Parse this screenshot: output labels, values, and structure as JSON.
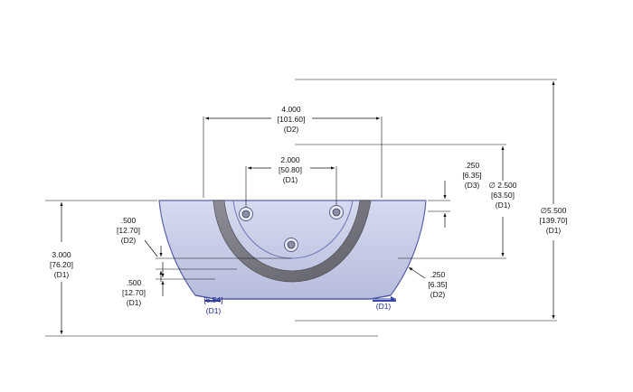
{
  "dims": {
    "width_outer": {
      "value": "4.000",
      "metric": "[101.60]",
      "tag": "(D2)"
    },
    "width_holes": {
      "value": "2.000",
      "metric": "[50.80]",
      "tag": "(D1)"
    },
    "height_left": {
      "value": "3.000",
      "metric": "[76.20]",
      "tag": "(D1)"
    },
    "offset_500_a": {
      "value": ".500",
      "metric": "[12.70]",
      "tag": "(D2)"
    },
    "offset_500_b": {
      "value": ".500",
      "metric": "[12.70]",
      "tag": "(D1)"
    },
    "offset_250_top": {
      "value": ".250",
      "metric": "[6.35]",
      "tag": "(D3)"
    },
    "dia_2500": {
      "value": "∅ 2.500",
      "metric": "[63.50]",
      "tag": "(D1)"
    },
    "dia_5500": {
      "value": "∅5.500",
      "metric": "[139.70]",
      "tag": "(D1)"
    },
    "chamfer_250": {
      "value": ".250",
      "metric": "[6.35]",
      "tag": "(D2)"
    },
    "bottom_left_tag": "(D1)",
    "bottom_right_tag": "(D1)",
    "bottom_left_partial": "[6.54]"
  },
  "colors": {
    "part_fill": "#c9cde6",
    "part_stroke": "#5a63a8",
    "groove": "#6e6e7a",
    "blue_text": "#1d2a8f"
  }
}
